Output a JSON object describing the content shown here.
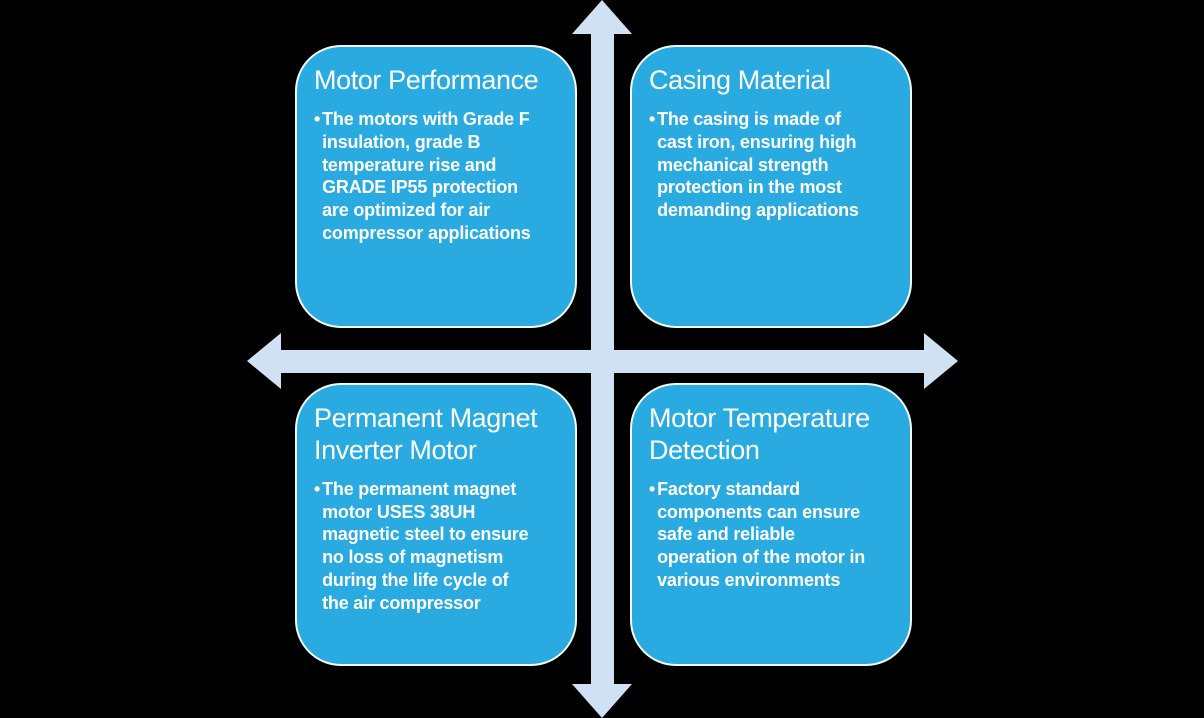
{
  "diagram": {
    "bullet_char": "•",
    "colors": {
      "background": "#000000",
      "box_fill": "#29ABE2",
      "box_border": "#FFFFFF",
      "arrow": "#CFE1F2",
      "text": "#FFFFFF"
    },
    "axes": {
      "vertical_arrow": "double-headed vertical arrow",
      "horizontal_arrow": "double-headed horizontal arrow"
    },
    "quadrants": [
      {
        "position": "top-left",
        "title": "Motor Performance",
        "body": "The motors with Grade F\ninsulation, grade B\ntemperature rise and\nGRADE IP55 protection\nare optimized for air\ncompressor applications"
      },
      {
        "position": "top-right",
        "title": "Casing Material",
        "body": "The casing is made of\ncast iron, ensuring high\nmechanical strength\nprotection in the most\ndemanding applications"
      },
      {
        "position": "bottom-left",
        "title": "Permanent Magnet\nInverter Motor",
        "body": "The permanent magnet\nmotor USES 38UH\nmagnetic steel to ensure\nno loss of magnetism\nduring the life cycle of\nthe air compressor"
      },
      {
        "position": "bottom-right",
        "title": "Motor Temperature\nDetection",
        "body": "Factory standard\ncomponents can ensure\nsafe and reliable\noperation of the motor in\nvarious environments"
      }
    ]
  }
}
